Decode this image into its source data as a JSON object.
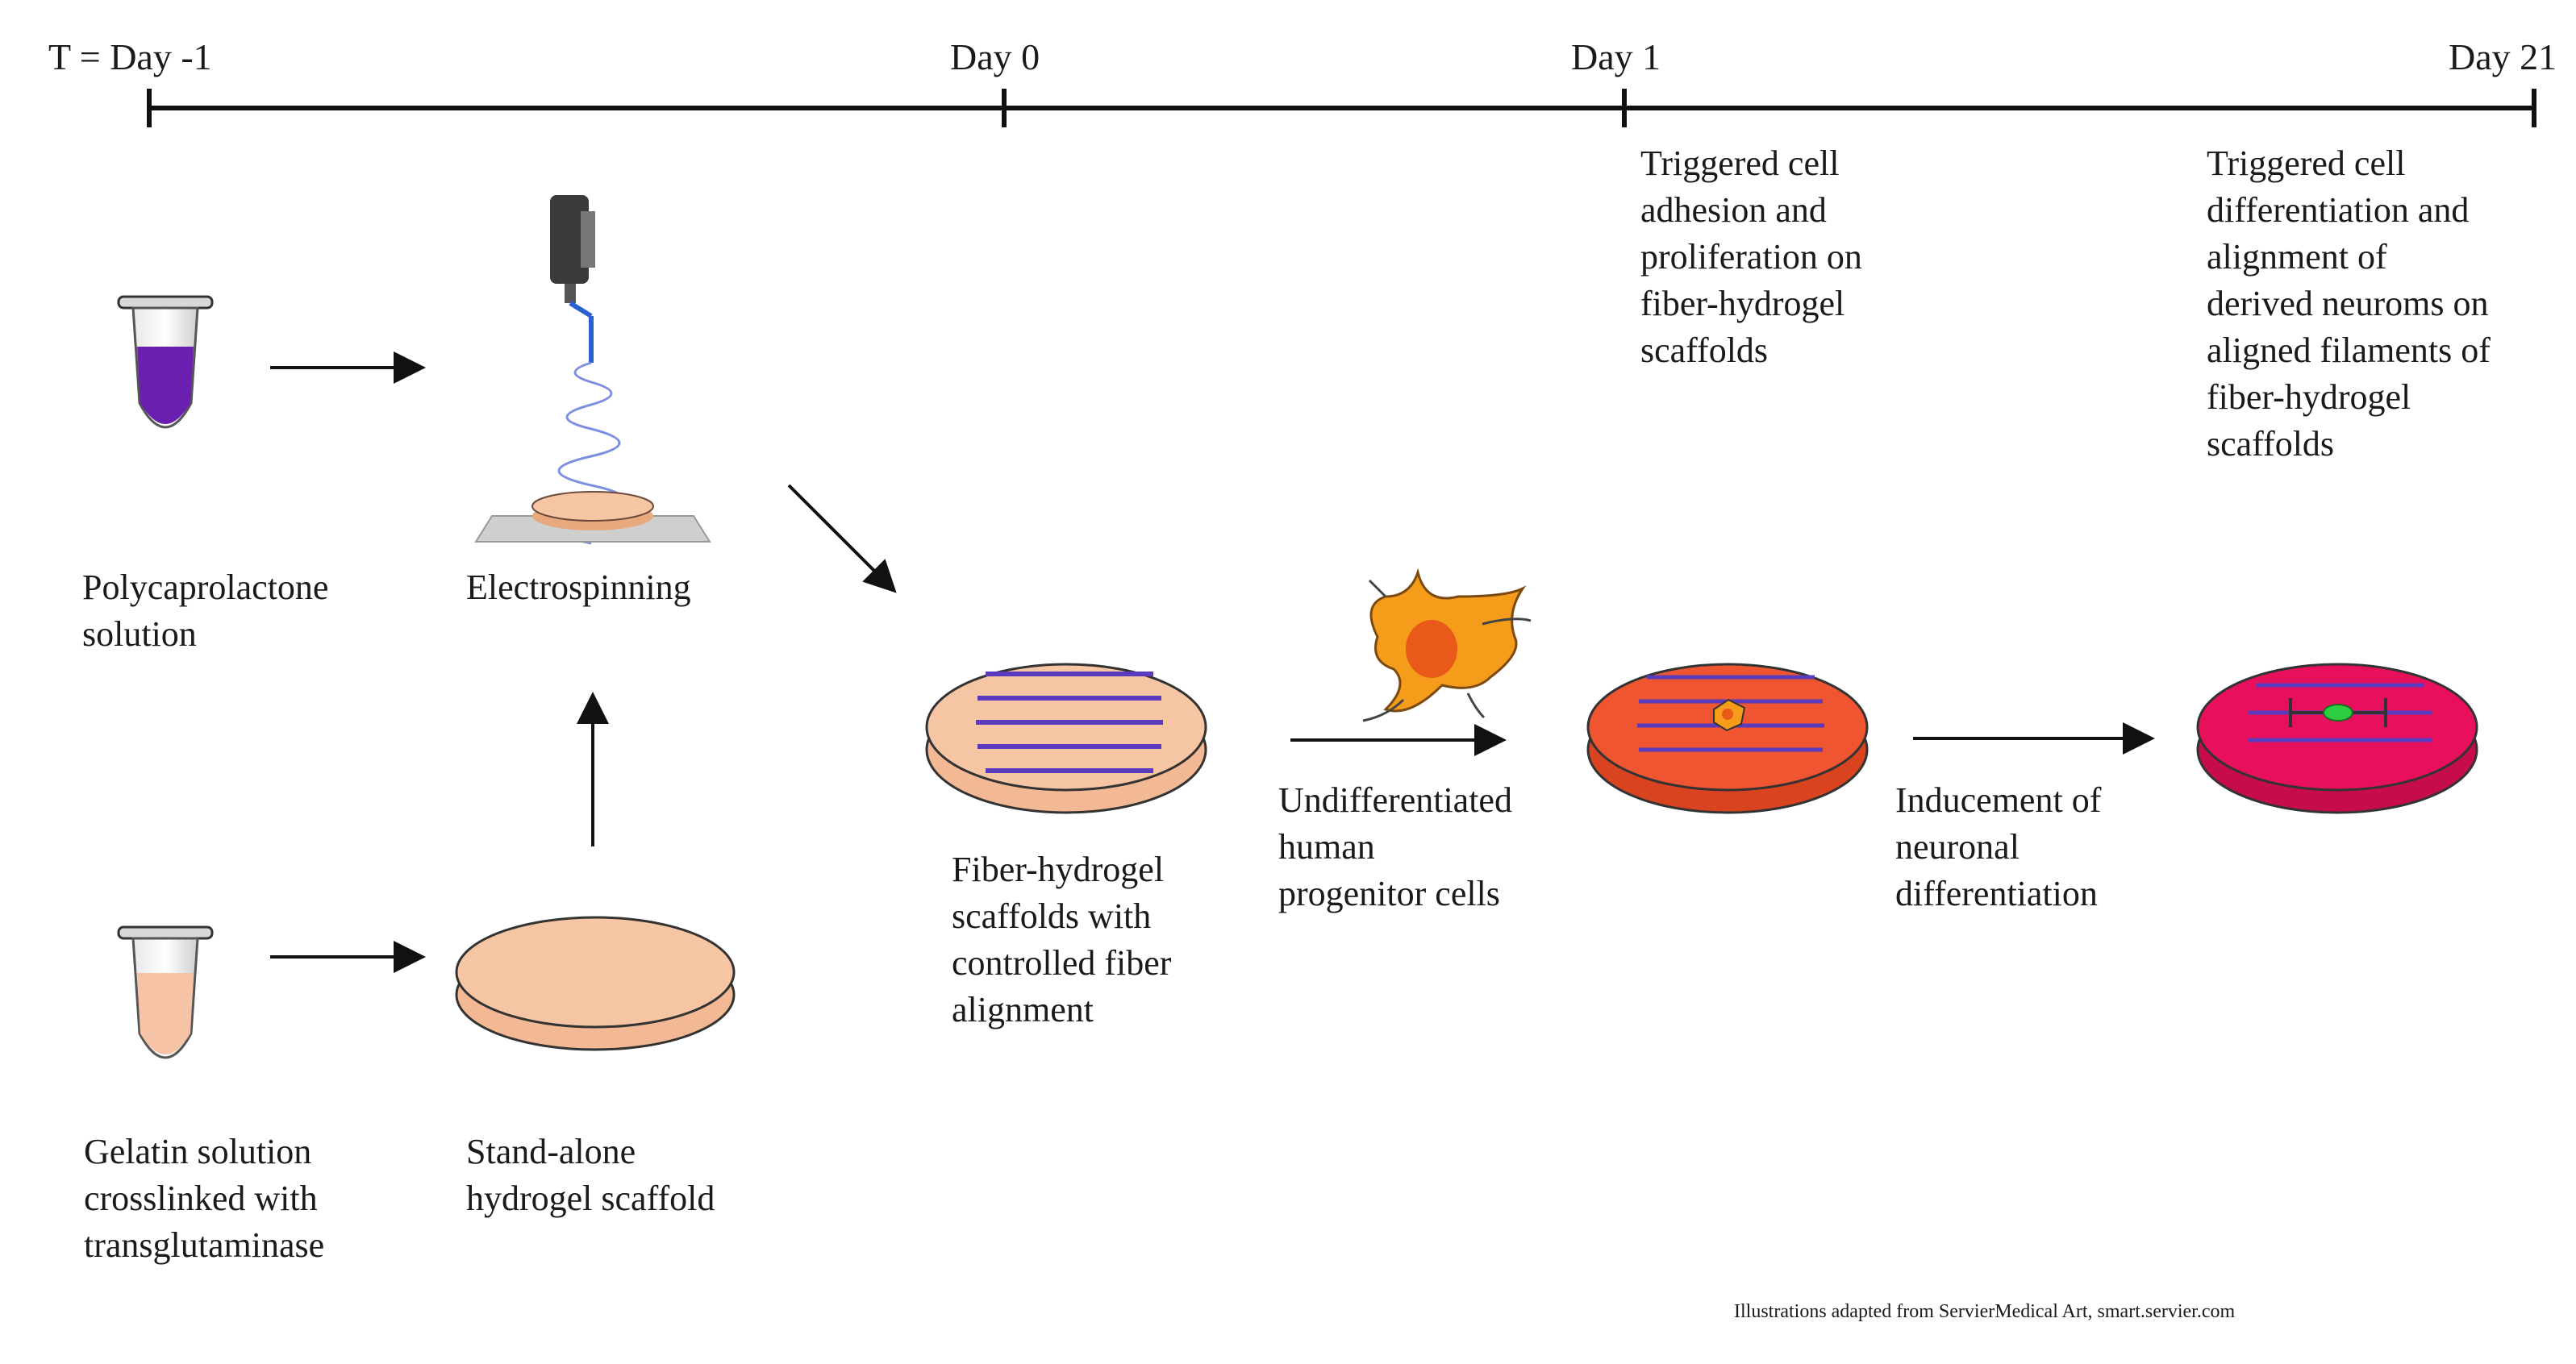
{
  "timeline": {
    "ticks": [
      "T = Day -1",
      "Day 0",
      "Day 1",
      "Day 21"
    ]
  },
  "labels": {
    "pcl": [
      "Polycaprolactone",
      "solution"
    ],
    "electrospinning": [
      "Electrospinning"
    ],
    "gelatin": [
      "Gelatin solution",
      "crosslinked with",
      "transglutaminase"
    ],
    "hydrogel": [
      "Stand-alone",
      "hydrogel scaffold"
    ],
    "fiber_hydrogel": [
      "Fiber-hydrogel",
      "scaffolds with",
      "controlled fiber",
      "alignment"
    ],
    "progenitor": [
      "Undifferentiated",
      "human",
      "progenitor cells"
    ],
    "inducement": [
      "Inducement of",
      "neuronal",
      "differentiation"
    ],
    "day1_note": [
      "Triggered cell",
      "adhesion and",
      "proliferation on",
      "fiber-hydrogel",
      "scaffolds"
    ],
    "day21_note": [
      "Triggered cell",
      "differentiation and",
      "alignment of",
      "derived neuroms on",
      "aligned filaments of",
      "fiber-hydrogel",
      "scaffolds"
    ]
  },
  "credit": "Illustrations adapted from ServierMedical Art, smart.servier.com",
  "colors": {
    "pcl_liquid": "#6a1fb0",
    "gelatin_liquid": "#f6c3a6",
    "scaffold_peach": "#f6c6a4",
    "scaffold_red": "#ee5530",
    "scaffold_magenta": "#e8105c",
    "fiber_line": "#5a3bbd",
    "cell_orange": "#f59c1a",
    "neuron_green": "#2ecc40"
  }
}
